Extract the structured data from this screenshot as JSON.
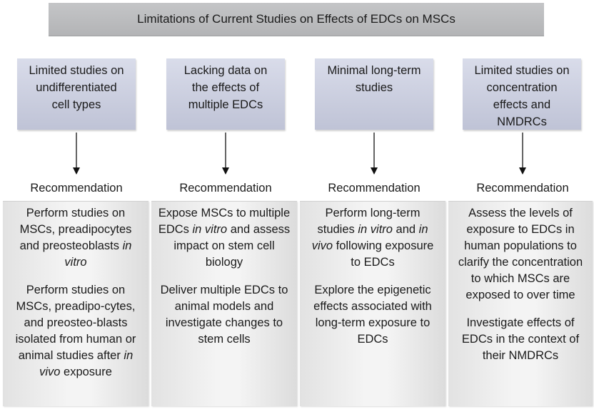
{
  "title": "Limitations of Current Studies on Effects of EDCs on MSCs",
  "recommendation_label": "Recommendation",
  "columns": [
    {
      "limitation": [
        "Limited studies on",
        "undifferentiated",
        "cell types"
      ],
      "recs": [
        [
          {
            "t": "Perform studies on MSCs, preadipocytes and preosteoblasts ",
            "i": false
          },
          {
            "t": "in vitro",
            "i": true
          }
        ],
        [
          {
            "t": "Perform studies on MSCs, preadipo-cytes, and preosteo-blasts isolated from human or animal studies after ",
            "i": false
          },
          {
            "t": "in vivo",
            "i": true
          },
          {
            "t": " exposure",
            "i": false
          }
        ]
      ]
    },
    {
      "limitation": [
        "Lacking data on",
        "the effects of",
        "multiple EDCs"
      ],
      "recs": [
        [
          {
            "t": "Expose MSCs to multiple EDCs ",
            "i": false
          },
          {
            "t": "in vitro",
            "i": true
          },
          {
            "t": " and assess impact on stem cell biology",
            "i": false
          }
        ],
        [
          {
            "t": "Deliver multiple EDCs to animal models and investigate changes to stem cells",
            "i": false
          }
        ]
      ]
    },
    {
      "limitation": [
        "Minimal long-term",
        "studies"
      ],
      "recs": [
        [
          {
            "t": "Perform long-term studies ",
            "i": false
          },
          {
            "t": "in vitro",
            "i": true
          },
          {
            "t": " and ",
            "i": false
          },
          {
            "t": "in vivo",
            "i": true
          },
          {
            "t": " following exposure to EDCs",
            "i": false
          }
        ],
        [
          {
            "t": "Explore the epigenetic effects associated with long-term exposure to EDCs",
            "i": false
          }
        ]
      ]
    },
    {
      "limitation": [
        "Limited studies on",
        "concentration",
        "effects and",
        "NMDRCs"
      ],
      "recs": [
        [
          {
            "t": "Assess the levels of exposure to EDCs in human populations to clarify the concentration to which MSCs are exposed to over time",
            "i": false
          }
        ],
        [
          {
            "t": "Investigate effects of EDCs in the context of their NMDRCs",
            "i": false
          }
        ]
      ]
    }
  ]
}
